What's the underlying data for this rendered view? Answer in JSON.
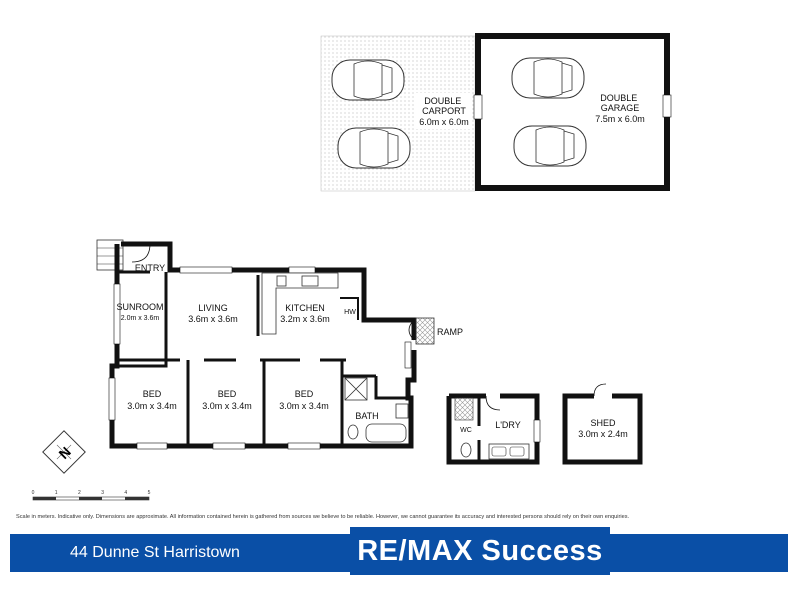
{
  "rooms": {
    "carport": {
      "name": "DOUBLE\nCARPORT",
      "dims": "6.0m x 6.0m"
    },
    "garage": {
      "name": "DOUBLE\nGARAGE",
      "dims": "7.5m x 6.0m"
    },
    "entry": {
      "name": "ENTRY"
    },
    "sunroom": {
      "name": "SUNROOM",
      "dims": "2.0m x 3.6m"
    },
    "living": {
      "name": "LIVING",
      "dims": "3.6m x 3.6m"
    },
    "kitchen": {
      "name": "KITCHEN",
      "dims": "3.2m x 3.6m"
    },
    "hw": {
      "name": "HW"
    },
    "ramp": {
      "name": "RAMP"
    },
    "bed1": {
      "name": "BED",
      "dims": "3.0m x 3.4m"
    },
    "bed2": {
      "name": "BED",
      "dims": "3.0m x 3.4m"
    },
    "bed3": {
      "name": "BED",
      "dims": "3.0m x 3.4m"
    },
    "bath": {
      "name": "BATH"
    },
    "wc": {
      "name": "WC"
    },
    "laundry": {
      "name": "L'DRY"
    },
    "shed": {
      "name": "SHED",
      "dims": "3.0m x 2.4m"
    }
  },
  "scale": {
    "ticks": [
      "0",
      "1",
      "2",
      "3",
      "4",
      "5"
    ]
  },
  "compass": {
    "label": "N"
  },
  "disclaimer": "Scale in meters. Indicative only. Dimensions are approximate. All information contained herein is gathered from sources we believe to be reliable. However, we cannot guarantee its accuracy and interested persons should rely on their own enquiries.",
  "address": "44 Dunne St Harristown",
  "brand": "RE/MAX Success",
  "colors": {
    "brand_blue": "#0a4fa6",
    "wall": "#111111"
  }
}
